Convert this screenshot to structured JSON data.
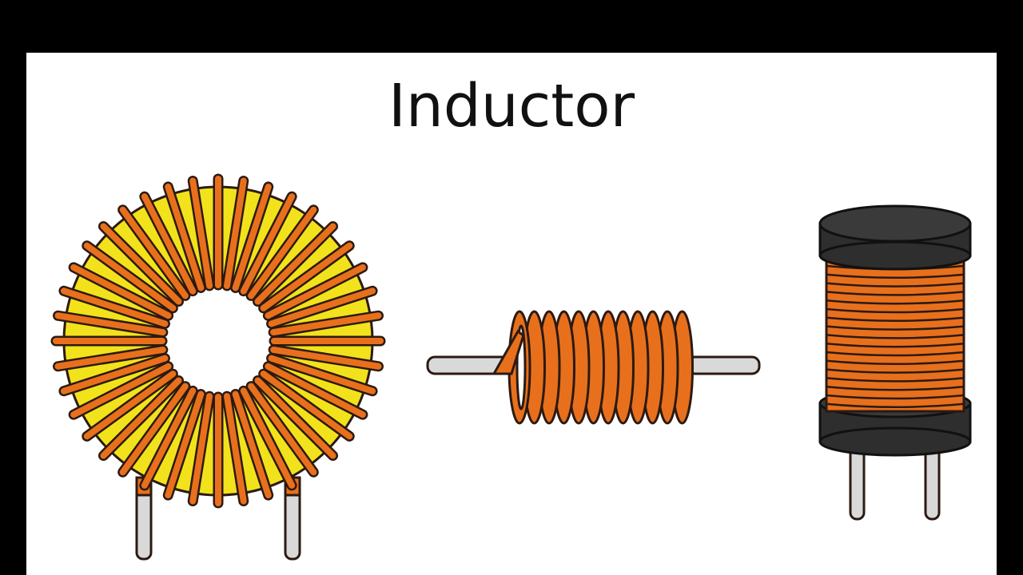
{
  "title": "Inductor",
  "components": [
    {
      "name": "toroidal-inductor",
      "icon": "toroidal-inductor-icon"
    },
    {
      "name": "air-core-coil",
      "icon": "air-core-coil-icon"
    },
    {
      "name": "drum-core-inductor",
      "icon": "drum-core-inductor-icon"
    }
  ],
  "colors": {
    "background": "#000000",
    "panel": "#ffffff",
    "copper_wire": "#e8701c",
    "ferrite_core": "#f2e21c",
    "lead_metal": "#d9d9d9",
    "drum_core": "#2e2e2e",
    "outline": "#2b1a12"
  }
}
